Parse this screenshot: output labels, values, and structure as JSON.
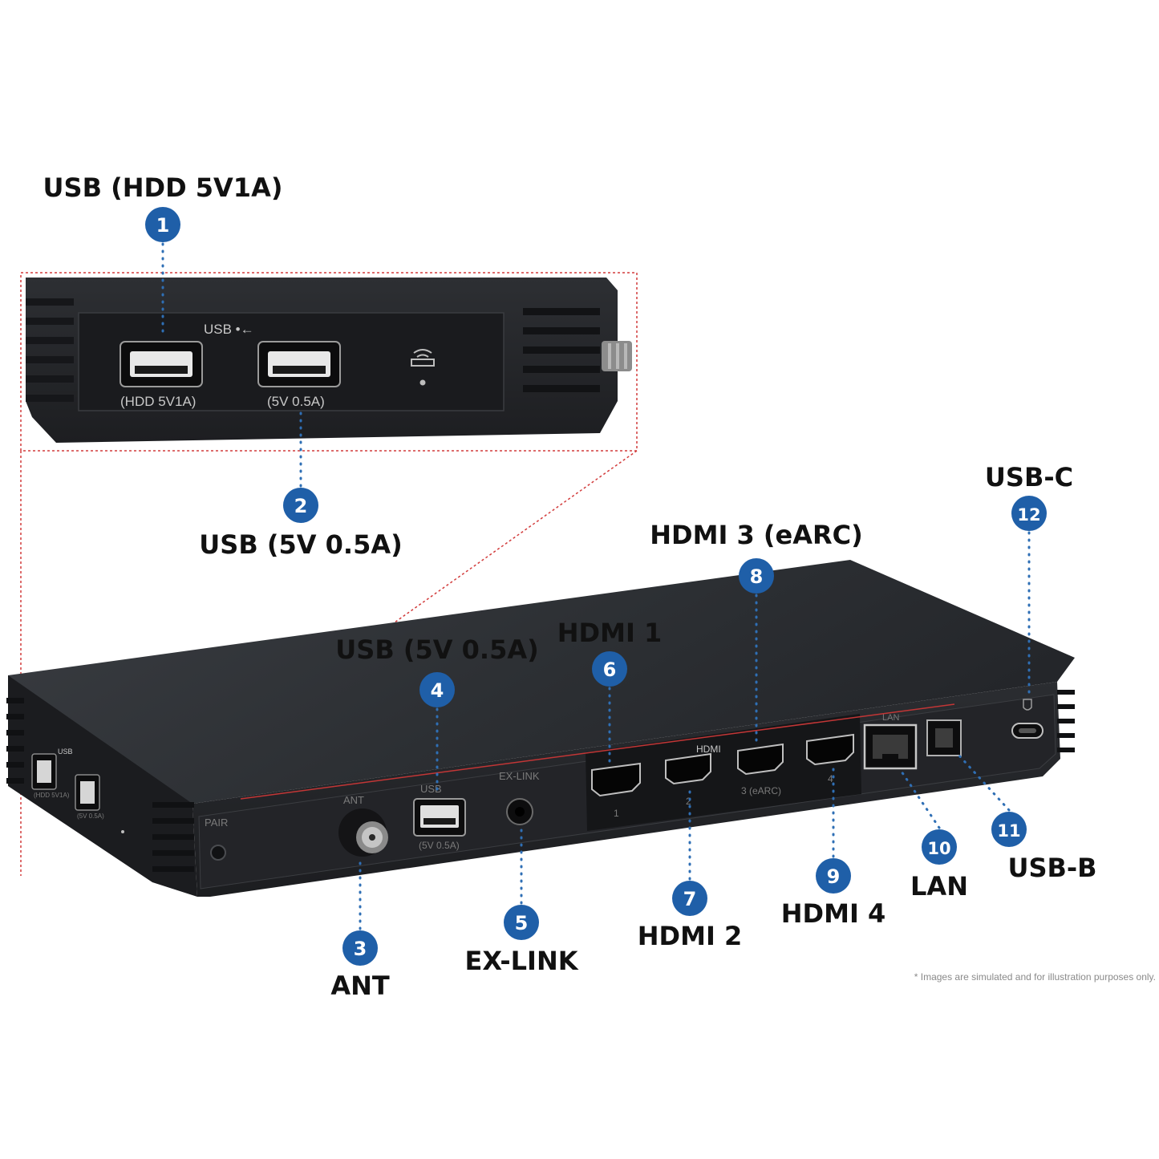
{
  "callouts": [
    {
      "num": "1",
      "label": "USB (HDD 5V1A)"
    },
    {
      "num": "2",
      "label": "USB (5V 0.5A)"
    },
    {
      "num": "3",
      "label": "ANT"
    },
    {
      "num": "4",
      "label": "USB (5V 0.5A)"
    },
    {
      "num": "5",
      "label": "EX-LINK"
    },
    {
      "num": "6",
      "label": "HDMI 1"
    },
    {
      "num": "7",
      "label": "HDMI 2"
    },
    {
      "num": "8",
      "label": "HDMI 3 (eARC)"
    },
    {
      "num": "9",
      "label": "HDMI 4"
    },
    {
      "num": "10",
      "label": "LAN"
    },
    {
      "num": "11",
      "label": "USB-B"
    },
    {
      "num": "12",
      "label": "USB-C"
    }
  ],
  "device": {
    "inset_usb_title": "USB •←",
    "inset_port1": "(HDD 5V1A)",
    "inset_port2": "(5V 0.5A)",
    "pair": "PAIR",
    "ant": "ANT",
    "usb": "USB",
    "usb_rating": "(5V 0.5A)",
    "exlink": "EX-LINK",
    "hdmi": "HDMI",
    "hdmi1": "1",
    "hdmi2": "2",
    "hdmi3": "3 (eARC)",
    "hdmi4": "4",
    "lan": "LAN",
    "side_usb": "USB",
    "side_port1": "(HDD 5V1A)",
    "side_port2": "(5V 0.5A)"
  },
  "footnote": "* Images are simulated and for illustration purposes only.",
  "colors": {
    "badge": "#1f5fa8",
    "dotted_line": "#2f6fb5",
    "highlight_box": "#d23b3b",
    "device_body": "#2a2c30"
  }
}
